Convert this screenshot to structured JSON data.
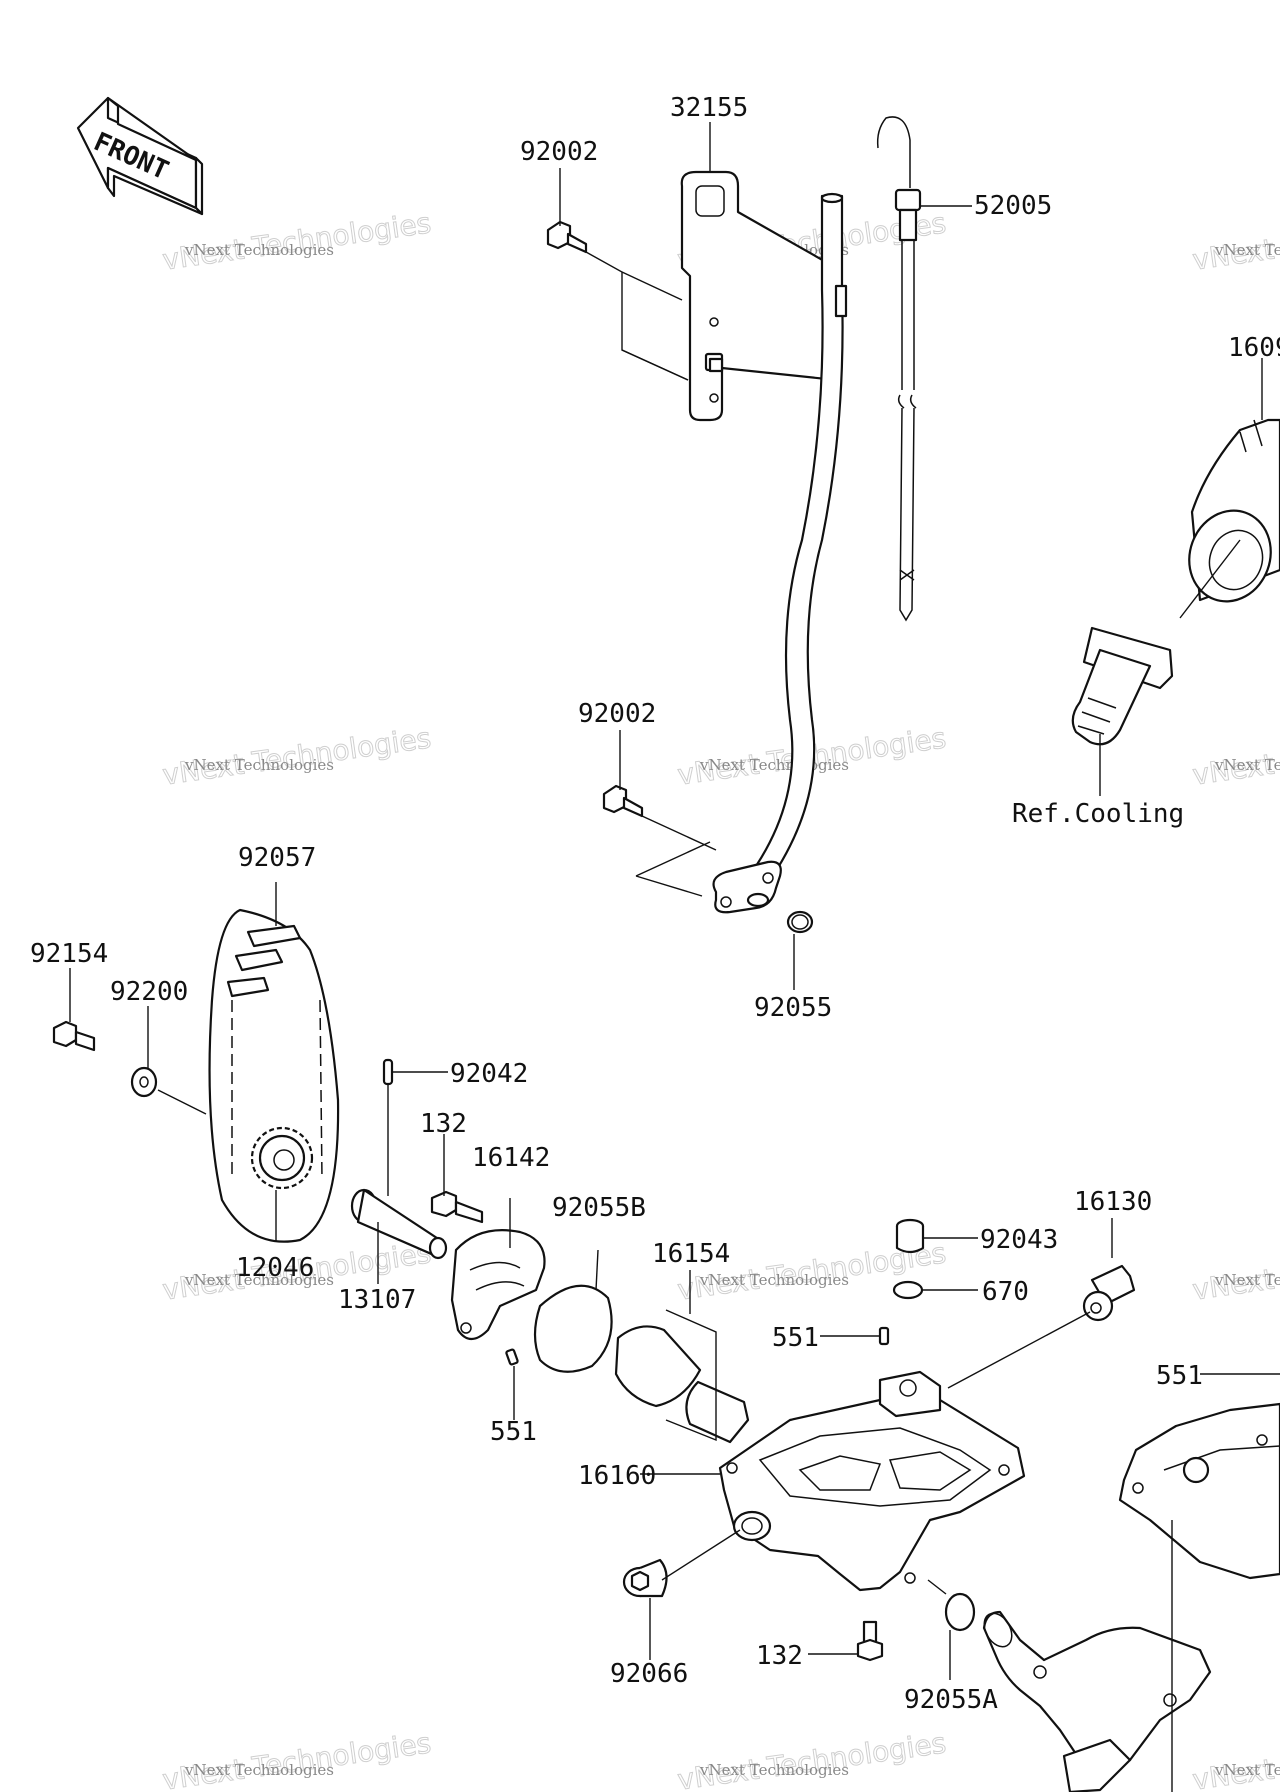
{
  "diagram": {
    "front_text": "FRONT",
    "labels": {
      "p32155": "32155",
      "p92002a": "92002",
      "p52005": "52005",
      "p1609": "1609",
      "p92002b": "92002",
      "ref_cooling": "Ref.Cooling",
      "p92055": "92055",
      "p92057": "92057",
      "p92154": "92154",
      "p92200": "92200",
      "p92042": "92042",
      "p132a": "132",
      "p16142": "16142",
      "p92055b": "92055B",
      "p16154": "16154",
      "p92043": "92043",
      "p16130": "16130",
      "p670": "670",
      "p551a": "551",
      "p551b": "551",
      "p551c": "551",
      "p12046": "12046",
      "p13107": "13107",
      "p16160": "16160",
      "p92066": "92066",
      "p132b": "132",
      "p92055a": "92055A"
    },
    "watermark": {
      "line1": "vNext Technologies",
      "line2": "vNext Technologies"
    }
  }
}
